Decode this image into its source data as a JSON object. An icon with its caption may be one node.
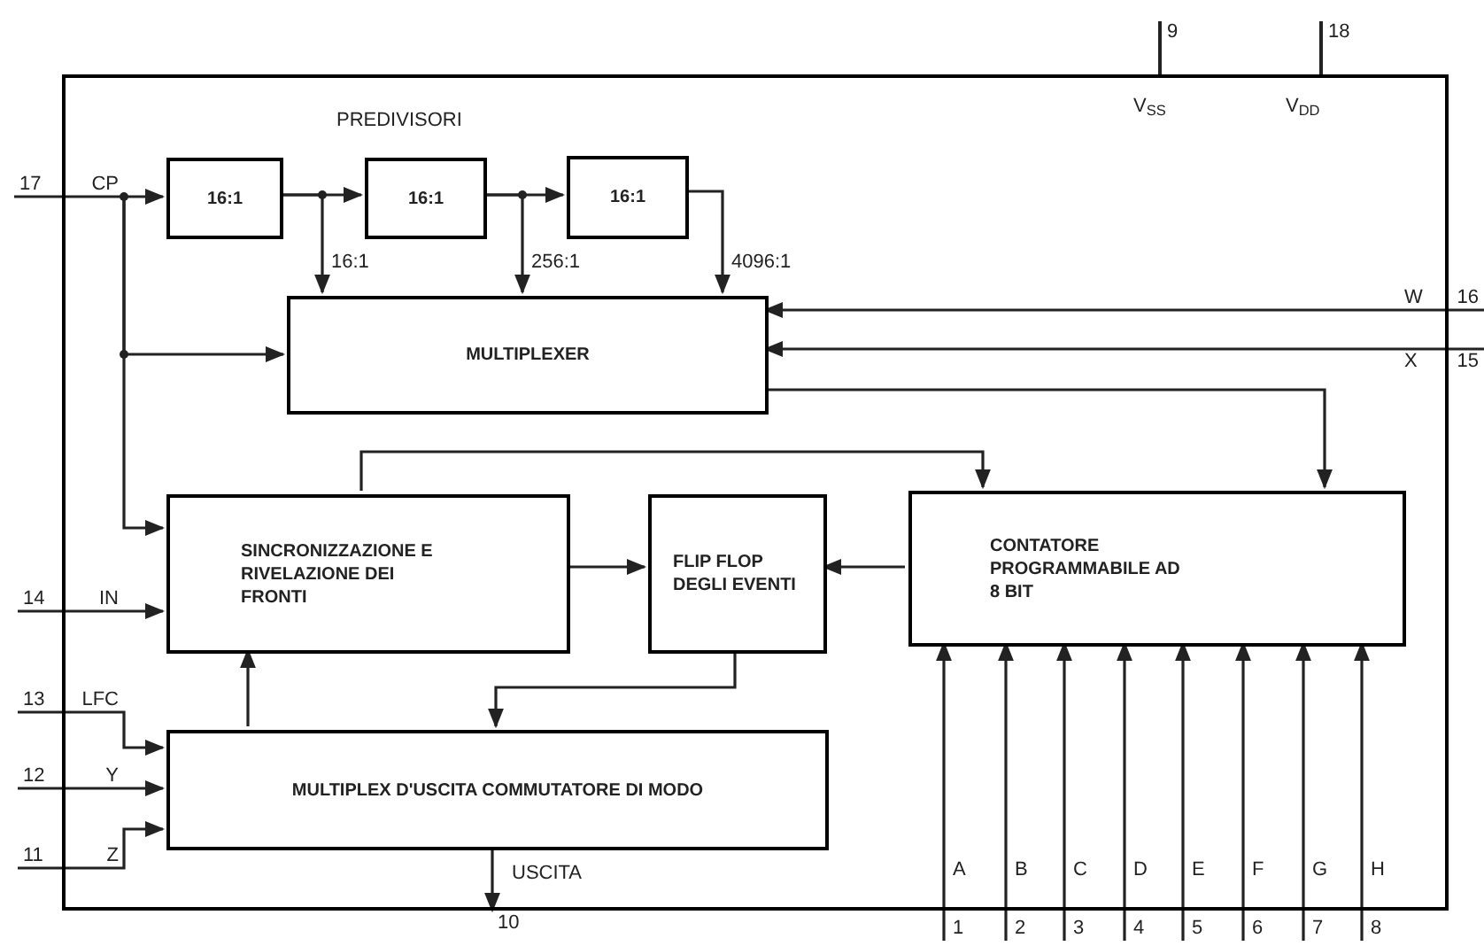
{
  "diagram": {
    "nodes": [
      {
        "text": [],
        "shape": "box"
      },
      {
        "text": [
          "16:1"
        ],
        "in": 0
      },
      {
        "text": [
          "16:1"
        ],
        "in": 0
      },
      {
        "text": [
          "16:1"
        ],
        "in": 0
      },
      {
        "text": [
          "MULTIPLEXER"
        ],
        "in": 0
      },
      {
        "text": [
          "SINCRONIZZAZIONE E RIVELAZIONE DEI FRONTI"
        ],
        "in": 0
      },
      {
        "text": [
          "FLIP FLOP DEGLI EVENTI"
        ],
        "in": 0
      },
      {
        "text": [
          "CONTATORE PROGRAMMABILE AD 8 BIT"
        ],
        "in": 0
      },
      {
        "text": [
          "MULTIPLEX D'USCITA COMMUTATORE DI MODO"
        ],
        "in": 0
      },
      {
        "text": [
          "17",
          "CP"
        ]
      },
      {
        "text": [
          "W",
          "16"
        ]
      },
      {
        "text": [
          "X",
          "15"
        ]
      },
      {
        "text": [
          "14",
          "IN"
        ]
      },
      {
        "text": [
          "13",
          "LFC"
        ]
      },
      {
        "text": [
          "12",
          "Y"
        ]
      },
      {
        "text": [
          "11",
          "Z"
        ]
      },
      {
        "text": [
          "10"
        ]
      },
      {
        "text": [
          "A",
          "1"
        ]
      },
      {
        "text": [
          "B",
          "2"
        ]
      },
      {
        "text": [
          "C",
          "3"
        ]
      },
      {
        "text": [
          "D",
          "4"
        ]
      },
      {
        "text": [
          "E",
          "5"
        ]
      },
      {
        "text": [
          "F",
          "6"
        ]
      },
      {
        "text": [
          "G",
          "7"
        ]
      },
      {
        "text": [
          "H",
          "8"
        ]
      }
    ],
    "edges": [
      {
        "from": 9,
        "to": 1,
        "arrow": "to"
      },
      {
        "from": 1,
        "to": 2,
        "arrow": "to"
      },
      {
        "from": 2,
        "to": 3,
        "arrow": "to"
      },
      {
        "from": 1,
        "to": 4,
        "arrow": "to",
        "label": "16:1"
      },
      {
        "from": 2,
        "to": 4,
        "arrow": "to",
        "label": "256:1"
      },
      {
        "from": 3,
        "to": 4,
        "arrow": "to",
        "label": "4096:1"
      },
      {
        "from": 9,
        "to": 4,
        "arrow": "to"
      },
      {
        "from": 9,
        "to": 5,
        "arrow": "to"
      },
      {
        "from": 10,
        "to": 4,
        "arrow": "to"
      },
      {
        "from": 11,
        "to": 4,
        "arrow": "to"
      },
      {
        "from": 4,
        "to": 7,
        "arrow": "to"
      },
      {
        "from": 5,
        "to": 7,
        "arrow": "to"
      },
      {
        "from": 5,
        "to": 6,
        "arrow": "to"
      },
      {
        "from": 7,
        "to": 6,
        "arrow": "to"
      },
      {
        "from": 6,
        "to": 8,
        "arrow": "to"
      },
      {
        "from": 8,
        "to": 5,
        "arrow": "to"
      },
      {
        "from": 12,
        "to": 5,
        "arrow": "to"
      },
      {
        "from": 13,
        "to": 8,
        "arrow": "to"
      },
      {
        "from": 14,
        "to": 8,
        "arrow": "to"
      },
      {
        "from": 15,
        "to": 8,
        "arrow": "to"
      },
      {
        "from": 8,
        "to": 16,
        "arrow": "to",
        "label": "USCITA"
      },
      {
        "from": 17,
        "to": 7,
        "arrow": "to"
      },
      {
        "from": 18,
        "to": 7,
        "arrow": "to"
      },
      {
        "from": 19,
        "to": 7,
        "arrow": "to"
      },
      {
        "from": 20,
        "to": 7,
        "arrow": "to"
      },
      {
        "from": 21,
        "to": 7,
        "arrow": "to"
      },
      {
        "from": 22,
        "to": 7,
        "arrow": "to"
      },
      {
        "from": 23,
        "to": 7,
        "arrow": "to"
      },
      {
        "from": 24,
        "to": 7,
        "arrow": "to"
      }
    ],
    "labels": [
      "9",
      "18",
      "V$_{SS}$",
      "V$_{DD}$",
      "PREDIVISORI"
    ]
  }
}
